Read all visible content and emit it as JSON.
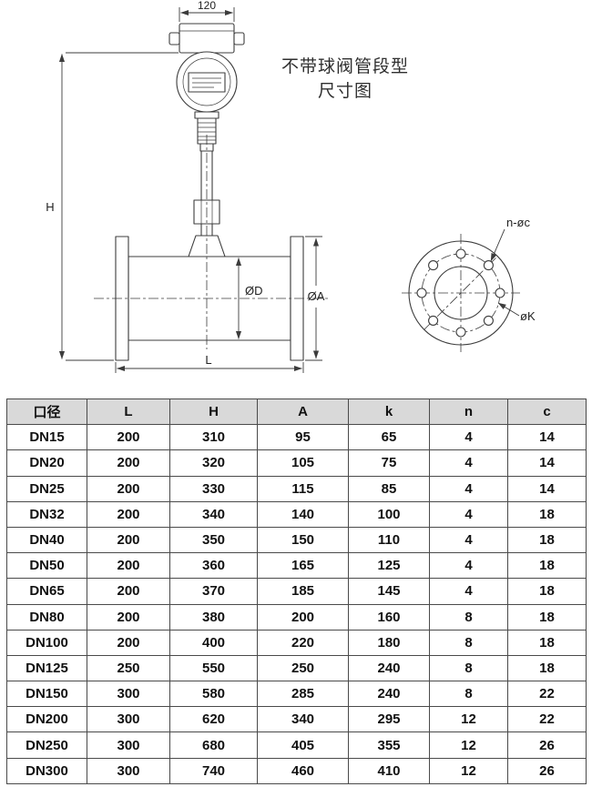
{
  "title": {
    "line1": "不带球阀管段型",
    "line2": "尺寸图"
  },
  "drawing": {
    "dim_top_width": "120",
    "dim_height": "H",
    "dim_length": "L",
    "dim_bore": "ØD",
    "dim_flange_od": "ØA",
    "flange_bolt_label": "n-øc",
    "flange_bolt_circle_label": "øK"
  },
  "table": {
    "headers": [
      "口径",
      "L",
      "H",
      "A",
      "k",
      "n",
      "c"
    ],
    "rows": [
      [
        "DN15",
        "200",
        "310",
        "95",
        "65",
        "4",
        "14"
      ],
      [
        "DN20",
        "200",
        "320",
        "105",
        "75",
        "4",
        "14"
      ],
      [
        "DN25",
        "200",
        "330",
        "115",
        "85",
        "4",
        "14"
      ],
      [
        "DN32",
        "200",
        "340",
        "140",
        "100",
        "4",
        "18"
      ],
      [
        "DN40",
        "200",
        "350",
        "150",
        "110",
        "4",
        "18"
      ],
      [
        "DN50",
        "200",
        "360",
        "165",
        "125",
        "4",
        "18"
      ],
      [
        "DN65",
        "200",
        "370",
        "185",
        "145",
        "4",
        "18"
      ],
      [
        "DN80",
        "200",
        "380",
        "200",
        "160",
        "8",
        "18"
      ],
      [
        "DN100",
        "200",
        "400",
        "220",
        "180",
        "8",
        "18"
      ],
      [
        "DN125",
        "250",
        "550",
        "250",
        "240",
        "8",
        "18"
      ],
      [
        "DN150",
        "300",
        "580",
        "285",
        "240",
        "8",
        "22"
      ],
      [
        "DN200",
        "300",
        "620",
        "340",
        "295",
        "12",
        "22"
      ],
      [
        "DN250",
        "300",
        "680",
        "405",
        "355",
        "12",
        "26"
      ],
      [
        "DN300",
        "300",
        "740",
        "460",
        "410",
        "12",
        "26"
      ]
    ]
  },
  "colors": {
    "table_header_bg": "#d9d9d9",
    "table_border": "#4a4a4a",
    "drawing_line": "#3c3c3c",
    "text": "#111111"
  }
}
